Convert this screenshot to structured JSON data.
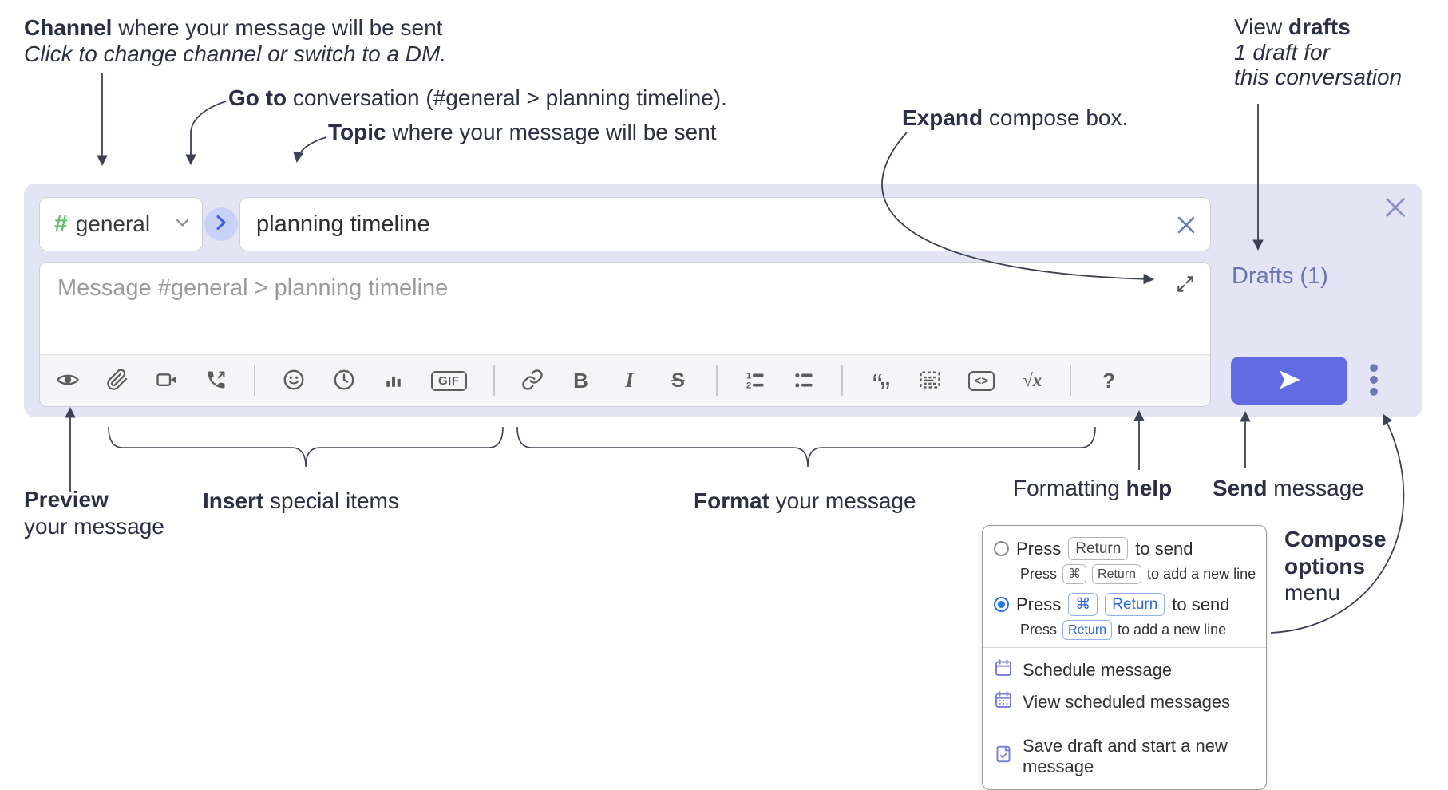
{
  "annotations": {
    "channel": {
      "bold": "Channel",
      "rest": " where your message will be sent",
      "line2": "Click to change channel or switch to a DM."
    },
    "go_to": {
      "bold": "Go to",
      "rest": " conversation (#general > planning timeline)."
    },
    "topic": {
      "bold": "Topic",
      "rest": " where your message will be sent"
    },
    "expand": {
      "bold": "Expand",
      "rest": " compose box."
    },
    "view_drafts": {
      "pre": "View ",
      "bold": "drafts",
      "line2": "1 draft for",
      "line3": "this conversation"
    },
    "preview": {
      "bold": "Preview",
      "line2": "your message"
    },
    "insert": {
      "bold": "Insert",
      "rest": " special items"
    },
    "format": {
      "bold": "Format",
      "rest": " your message"
    },
    "formatting_help": {
      "pre": "Formatting ",
      "bold": "help"
    },
    "send": {
      "bold": "Send",
      "rest": " message"
    },
    "compose_options": {
      "line1": "Compose",
      "line2": "options",
      "line3": "menu"
    }
  },
  "compose": {
    "channel": {
      "hash": "#",
      "name": "general"
    },
    "topic": {
      "value": "planning timeline"
    },
    "message": {
      "placeholder": "Message #general > planning timeline"
    },
    "drafts_link": "Drafts (1)",
    "toolbar_labels": {
      "gif": "GIF",
      "bold": "B",
      "italic": "I",
      "strikethrough": "S",
      "numbered_1": "1",
      "numbered_2": "2",
      "quote_open": "“",
      "quote_close": "”",
      "code": "<>",
      "math": "√x",
      "help": "?"
    },
    "toolbar_icons": [
      "preview-eye",
      "attach-paperclip",
      "video-call",
      "voice-call",
      "emoji-smiley",
      "time-clock",
      "poll-chart",
      "gif",
      "link",
      "bold",
      "italic",
      "strikethrough",
      "numbered-list",
      "bulleted-list",
      "quote",
      "spoiler",
      "code",
      "math",
      "help"
    ]
  },
  "popup": {
    "option1": {
      "press": "Press",
      "key_return": "Return",
      "suffix": "to send",
      "sub_press": "Press",
      "sub_key_cmd": "⌘",
      "sub_key_return": "Return",
      "sub_suffix": "to add a new line"
    },
    "option2": {
      "press": "Press",
      "key_cmd": "⌘",
      "key_return": "Return",
      "suffix": "to send",
      "sub_press": "Press",
      "sub_key_return": "Return",
      "sub_suffix": "to add a new line"
    },
    "items": {
      "schedule": "Schedule message",
      "view_scheduled": "View scheduled messages",
      "save_draft": "Save draft and start a new message"
    }
  },
  "colors": {
    "compose_bg": "#e3e5f4",
    "accent_send": "#636be2",
    "hash_green": "#5fbe70",
    "drafts_link": "#6b74b4",
    "violet_icon": "#7c83d6",
    "radio_blue": "#2678d8",
    "key_blue": "#2b6ad4",
    "annotation_text": "#2c3045"
  }
}
